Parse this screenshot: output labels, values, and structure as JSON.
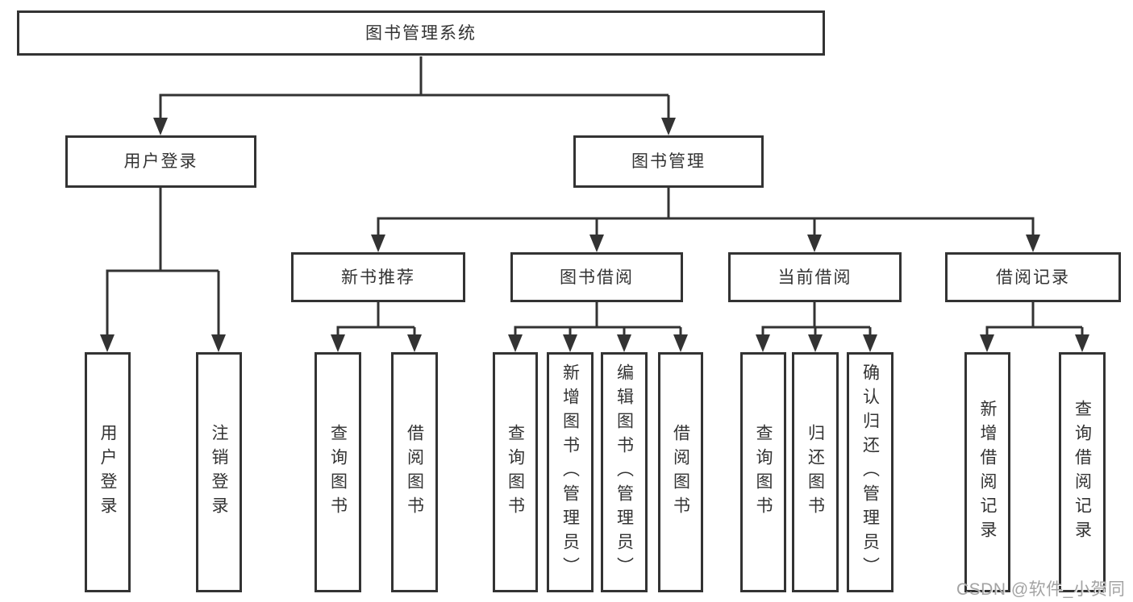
{
  "diagram": {
    "root": {
      "label": "图书管理系统"
    },
    "level2": [
      {
        "label": "用户登录"
      },
      {
        "label": "图书管理"
      }
    ],
    "level3": [
      {
        "label": "新书推荐"
      },
      {
        "label": "图书借阅"
      },
      {
        "label": "当前借阅"
      },
      {
        "label": "借阅记录"
      }
    ],
    "leaves": [
      {
        "label": "用户登录"
      },
      {
        "label": "注销登录"
      },
      {
        "label": "查询图书"
      },
      {
        "label": "借阅图书"
      },
      {
        "label": "查询图书"
      },
      {
        "label": "新增图书（管理员）"
      },
      {
        "label": "编辑图书（管理员）"
      },
      {
        "label": "借阅图书"
      },
      {
        "label": "查询图书"
      },
      {
        "label": "归还图书"
      },
      {
        "label": "确认归还（管理员）"
      },
      {
        "label": "新增借阅记录"
      },
      {
        "label": "查询借阅记录"
      }
    ]
  },
  "watermark": {
    "text": "CSDN @软件_小贺同学"
  },
  "colors": {
    "line": "#333333",
    "box_border": "#333333",
    "text": "#333333",
    "watermark": "#a3a3a3",
    "background": "#ffffff"
  }
}
